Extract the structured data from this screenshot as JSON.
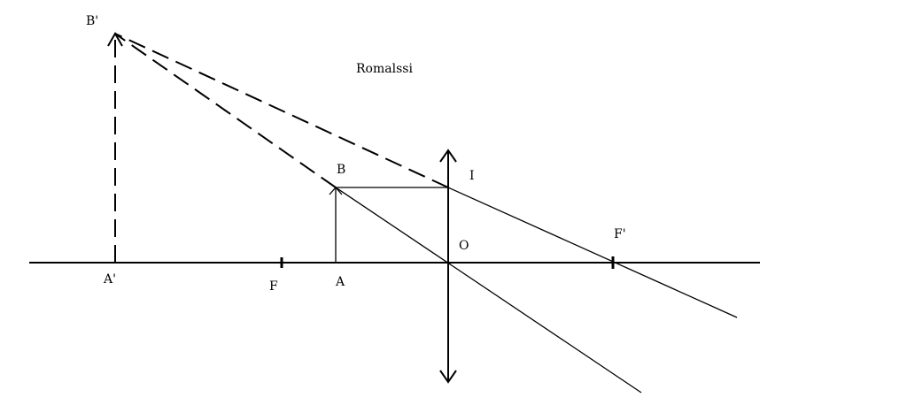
{
  "watermark": "Romalssi",
  "labels": {
    "b_prime": "B'",
    "a_prime": "A'",
    "b": "B",
    "a": "A",
    "f": "F",
    "f_prime": "F'",
    "o": "O",
    "i": "I"
  }
}
